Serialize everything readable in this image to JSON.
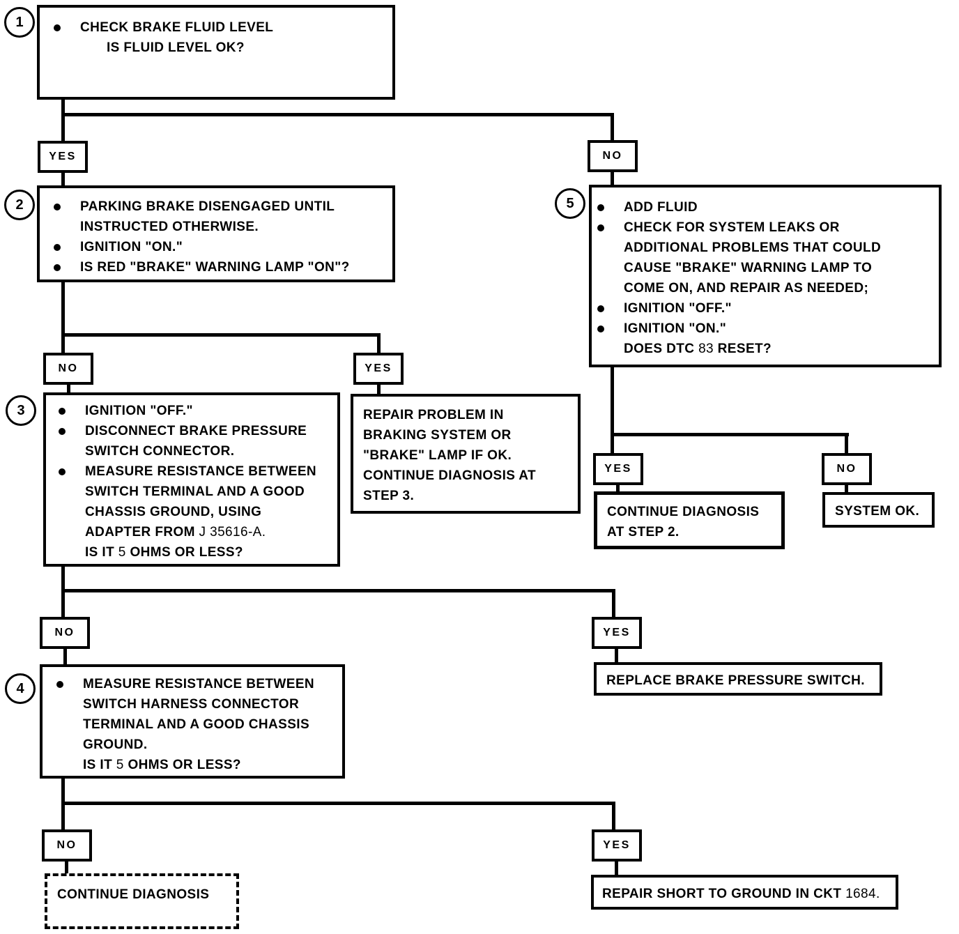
{
  "colors": {
    "ink": "#000000",
    "paper": "#ffffff"
  },
  "labels": {
    "yes": "YES",
    "no": "NO"
  },
  "steps": {
    "s1": {
      "number": "1",
      "lines": [
        {
          "text": "CHECK BRAKE FLUID LEVEL"
        },
        {
          "text": "IS FLUID LEVEL OK?"
        }
      ]
    },
    "s2": {
      "number": "2",
      "lines": [
        {
          "text": "PARKING BRAKE DISENGAGED UNTIL"
        },
        {
          "text": "INSTRUCTED OTHERWISE."
        },
        {
          "text": "IGNITION \"ON.\""
        },
        {
          "text": "IS RED \"BRAKE\" WARNING LAMP \"ON\"?"
        }
      ]
    },
    "s3": {
      "number": "3",
      "lines": [
        {
          "text": "IGNITION \"OFF.\""
        },
        {
          "text": "DISCONNECT BRAKE PRESSURE"
        },
        {
          "text": "SWITCH CONNECTOR."
        },
        {
          "text": "MEASURE RESISTANCE BETWEEN"
        },
        {
          "text": "SWITCH TERMINAL AND A GOOD"
        },
        {
          "text": "CHASSIS GROUND, USING"
        },
        {
          "text": "ADAPTER FROM ",
          "light": "J 35616-A."
        },
        {
          "text": "IS IT ",
          "light": "5",
          "after": " OHMS OR LESS?"
        }
      ]
    },
    "s4": {
      "number": "4",
      "lines": [
        {
          "text": "MEASURE RESISTANCE BETWEEN"
        },
        {
          "text": "SWITCH HARNESS CONNECTOR"
        },
        {
          "text": "TERMINAL AND A GOOD CHASSIS"
        },
        {
          "text": "GROUND."
        },
        {
          "text": "IS IT ",
          "light": "5",
          "after": " OHMS OR LESS?"
        }
      ]
    },
    "s5": {
      "number": "5",
      "lines": [
        {
          "text": "ADD FLUID"
        },
        {
          "text": "CHECK FOR SYSTEM LEAKS OR"
        },
        {
          "text": "ADDITIONAL PROBLEMS THAT COULD"
        },
        {
          "text": "CAUSE \"BRAKE\" WARNING LAMP TO"
        },
        {
          "text": "COME ON, AND REPAIR AS NEEDED;"
        },
        {
          "text": "IGNITION \"OFF.\""
        },
        {
          "text": "IGNITION \"ON.\""
        },
        {
          "text": "DOES DTC ",
          "light": "83",
          "after": " RESET?"
        }
      ]
    }
  },
  "terminals": {
    "repair_braking": {
      "lines": [
        "REPAIR PROBLEM IN",
        "BRAKING SYSTEM OR",
        "\"BRAKE\" LAMP IF OK.",
        "CONTINUE DIAGNOSIS AT",
        "STEP 3."
      ]
    },
    "continue_step2": {
      "lines": [
        "CONTINUE DIAGNOSIS",
        "AT STEP 2."
      ]
    },
    "system_ok": {
      "text": "SYSTEM OK."
    },
    "replace_switch": {
      "text": "REPLACE BRAKE PRESSURE SWITCH."
    },
    "repair_short": {
      "text": "REPAIR SHORT TO GROUND IN CKT ",
      "light": "1684."
    },
    "continue_diagnosis": {
      "text": "CONTINUE DIAGNOSIS"
    }
  }
}
